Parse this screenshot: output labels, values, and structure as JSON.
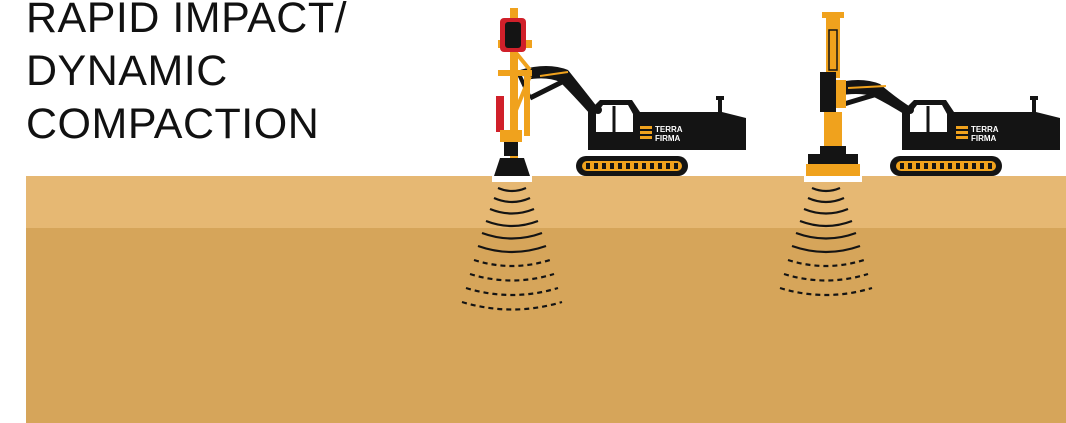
{
  "title": {
    "line1": "RAPID IMPACT/",
    "line2": "DYNAMIC",
    "line3": "COMPACTION"
  },
  "machines": [
    {
      "name": "rapid-impact-compactor",
      "brand_line1": "TERRA",
      "brand_line2": "FIRMA"
    },
    {
      "name": "dynamic-compactor",
      "brand_line1": "TERRA",
      "brand_line2": "FIRMA"
    }
  ],
  "colors": {
    "ground_top": "#e6b873",
    "ground_bottom": "#d6a55a",
    "machine_body": "#141414",
    "machine_accent": "#f0a21d",
    "wave": "#141414"
  },
  "icons": [
    "excavator-icon",
    "compaction-hammer-icon",
    "shockwave-icon"
  ]
}
